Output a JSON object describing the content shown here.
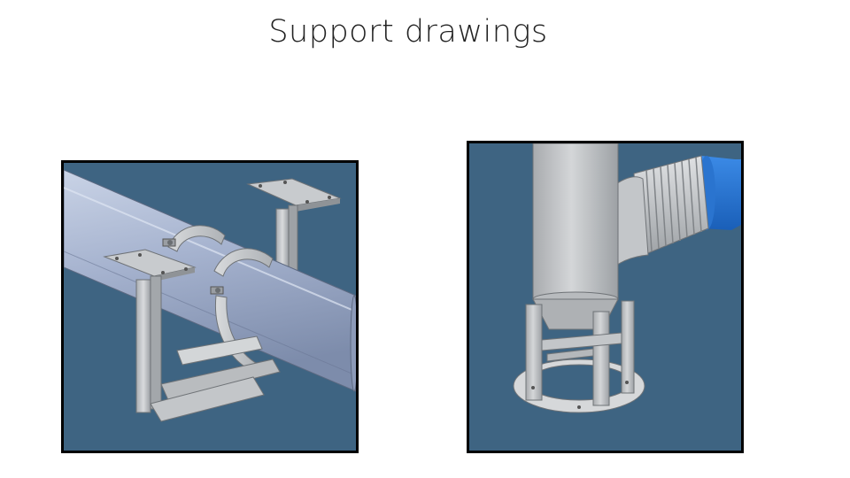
{
  "slide": {
    "title": "Support drawings"
  },
  "colors": {
    "scene_background": "#3e6482",
    "pipe_blue": "#9aaac8",
    "steel_gray": "#c3c6c9",
    "bellows_blue": "#1f6fd1",
    "frame_border": "#000000"
  },
  "figures": [
    {
      "name": "pipe-clamp-support",
      "description_icon": "pipe-clamp-support-drawing"
    },
    {
      "name": "vertical-pipe-support",
      "description_icon": "vertical-pipe-support-drawing"
    }
  ]
}
